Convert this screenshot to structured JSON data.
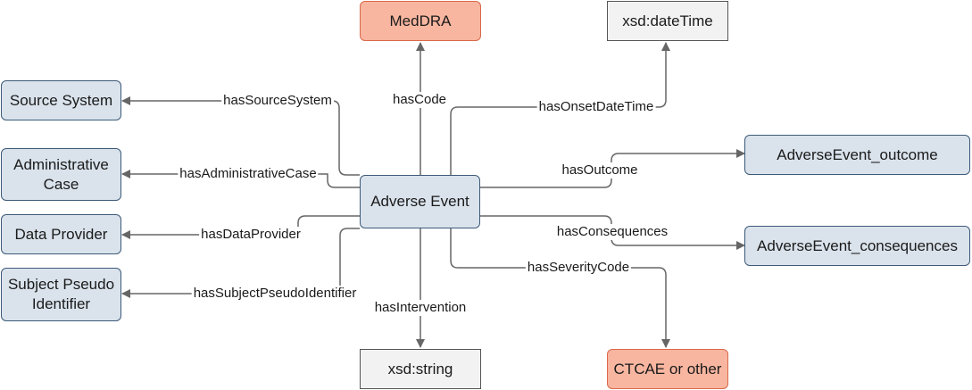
{
  "nodes": {
    "center": "Adverse Event",
    "meddra": "MedDRA",
    "datetime": "xsd:dateTime",
    "source_system": "Source System",
    "administrative_case": "Administrative Case",
    "data_provider": "Data Provider",
    "subject_pseudo_identifier": "Subject Pseudo Identifier",
    "outcome": "AdverseEvent_outcome",
    "consequences": "AdverseEvent_consequences",
    "string": "xsd:string",
    "ctcae": "CTCAE or other"
  },
  "edges": {
    "has_code": "hasCode",
    "has_onset_date_time": "hasOnsetDateTime",
    "has_source_system": "hasSourceSystem",
    "has_administrative_case": "hasAdministrativeCase",
    "has_data_provider": "hasDataProvider",
    "has_subject_pseudo_identifier": "hasSubjectPseudoIdentifier",
    "has_outcome": "hasOutcome",
    "has_consequences": "hasConsequences",
    "has_severity_code": "hasSeverityCode",
    "has_intervention": "hasIntervention"
  },
  "colors": {
    "class_fill": "#dae3ec",
    "class_border": "#3d5a78",
    "vocab_fill": "#f8b6a0",
    "vocab_border": "#d9684a",
    "literal_fill": "#f2f2f2",
    "edge": "#666666"
  }
}
